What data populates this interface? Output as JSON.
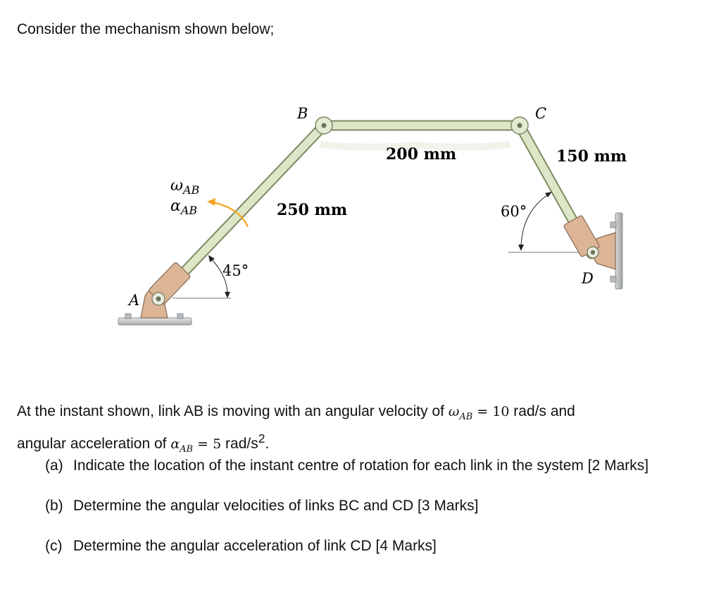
{
  "intro": "Consider the mechanism shown below;",
  "figure": {
    "point_a": "A",
    "point_b": "B",
    "point_c": "C",
    "point_d": "D",
    "len_ab": "250 mm",
    "len_bc": "200 mm",
    "len_cd": "150 mm",
    "angle_a": "45°",
    "angle_d": "60°",
    "omega_label": "ω",
    "alpha_label": "α",
    "sub_ab": "AB"
  },
  "statement": {
    "line1_start": "At the instant shown, link AB is moving with an angular velocity of ",
    "omega_sym": "ω",
    "omega_sub": "AB",
    "omega_eq": " = 10",
    "line1_end": " rad/s and",
    "line2_start": "angular acceleration of ",
    "alpha_sym": "α",
    "alpha_sub": "AB",
    "alpha_eq": " = 5",
    "line2_unit": " rad/s",
    "line2_sup": "2",
    "line2_end": "."
  },
  "parts": [
    {
      "label": "(a)",
      "text": "Indicate the location of the instant centre of rotation for each link in the system [2 Marks]"
    },
    {
      "label": "(b)",
      "text": "Determine the angular velocities of links BC and CD [3 Marks]"
    },
    {
      "label": "(c)",
      "text": "Determine the angular acceleration of link CD [4 Marks]"
    }
  ],
  "colors": {
    "link_fill": "#dde7c8",
    "link_stroke": "#7c8a62",
    "bracket_fill": "#dcb596",
    "bracket_stroke": "#8a6a52",
    "arrow_orange": "#f5a623",
    "base_fill": "#c9cbcc"
  }
}
